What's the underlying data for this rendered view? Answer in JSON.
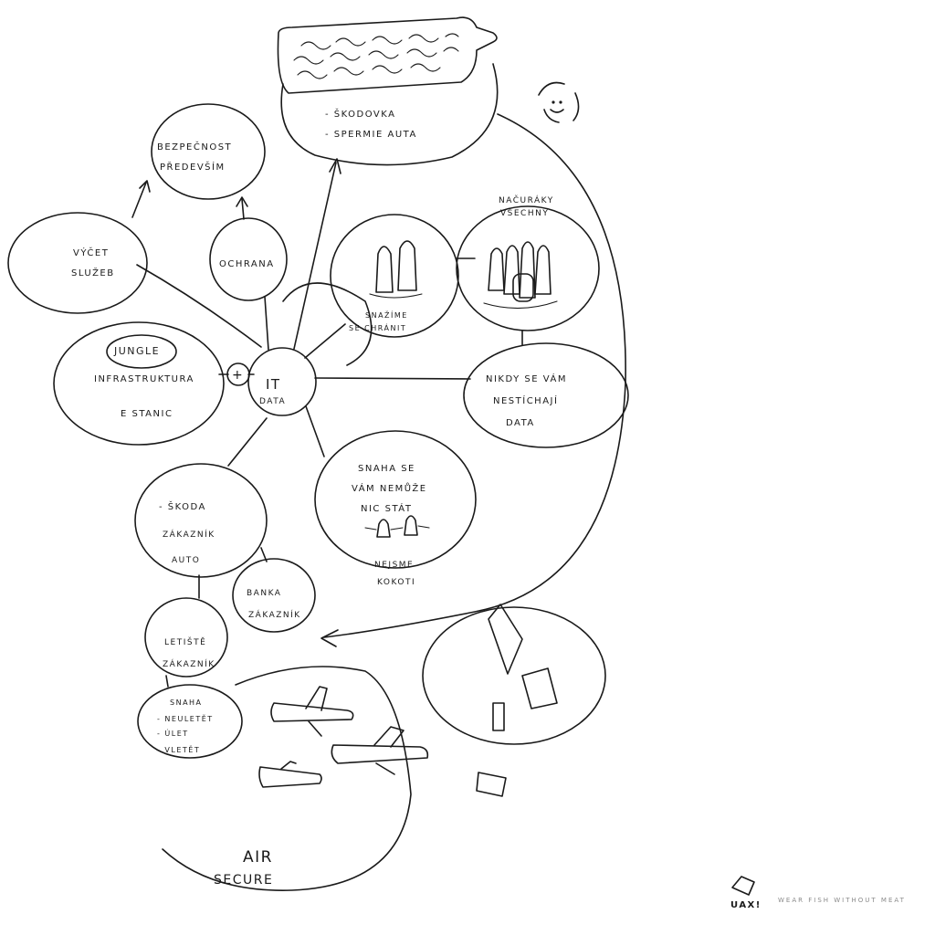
{
  "center": {
    "line1": "IT",
    "line2": "DATA"
  },
  "nodes": {
    "jungle": "JUNGLE",
    "infrastruktura": "INFRASTRUKTURA",
    "plus": "+",
    "e_stanic": "E STANIC",
    "vycet_1": "VÝČET",
    "vycet_2": "SLUŽEB",
    "bezpecnost_1": "BEZPEČNOST",
    "bezpecnost_2": "PŘEDEVŠÍM",
    "ochrana": "OCHRANA",
    "skodovka_1": "- ŠKODOVKA",
    "skodovka_2": "- SPERMIE AUTA",
    "snazime_1": "SNAŽÍME",
    "snazime_2": "SE CHRÁNIT",
    "nacuraky_1": "NAČURÁKY",
    "nacuraky_2": "VŠECHNY",
    "nikdy_1": "NIKDY SE VÁM",
    "nikdy_2": "NESTÍCHAJÍ",
    "nikdy_3": "DATA",
    "snaha_1": "SNAHA SE",
    "snaha_2": "VÁM NEMŮŽE",
    "snaha_3": "NIC STÁT",
    "nejsme_1": "NEJSME",
    "nejsme_2": "KOKOTI",
    "skoda_1": "- ŠKODA",
    "skoda_2": "ZÁKAZNÍK",
    "skoda_3": "AUTO",
    "banka_1": "BANKA",
    "banka_2": "ZÁKAZNÍK",
    "letiste_1": "LETIŠTĚ",
    "letiste_2": "ZÁKAZNÍK",
    "snaha_let_1": "SNAHA",
    "snaha_let_2": "- NEULETĚT",
    "snaha_let_3": "- ÚLET",
    "snaha_let_4": "- VLETĚT",
    "air_1": "AIR",
    "air_2": "SECURE"
  },
  "footer": {
    "brand": "UAX!",
    "tagline": "WEAR FISH WITHOUT MEAT"
  }
}
